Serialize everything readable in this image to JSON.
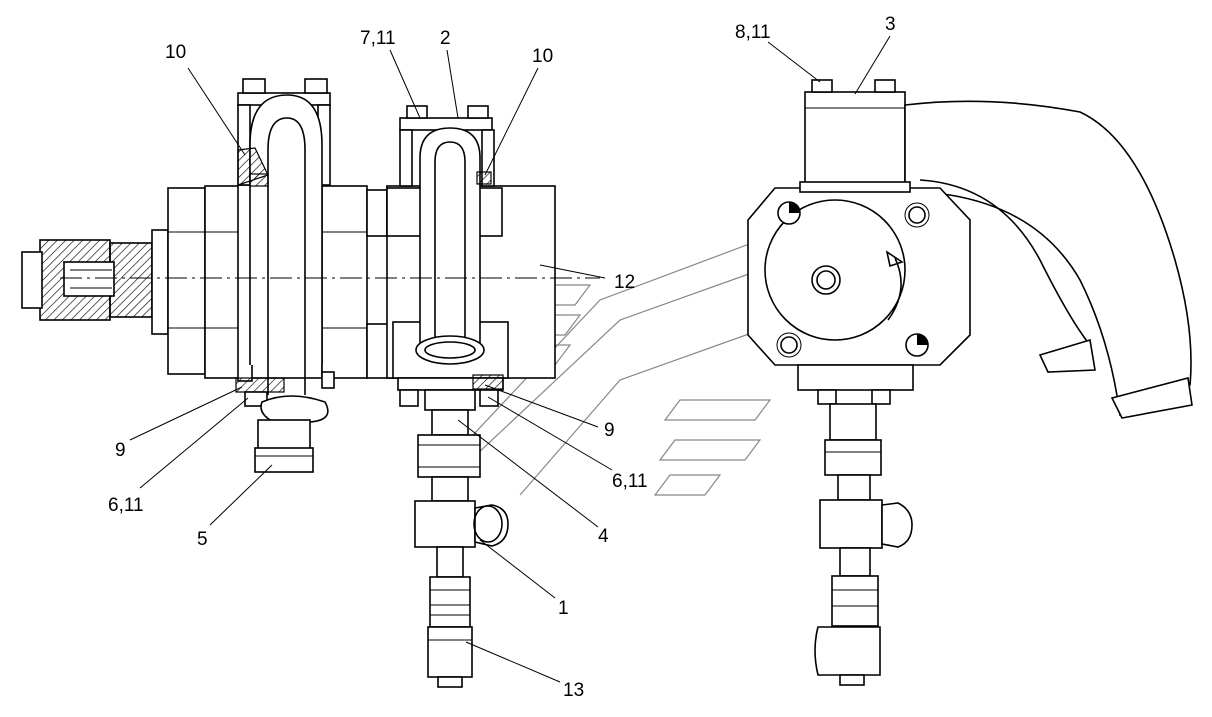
{
  "callouts": [
    {
      "id": "c10a",
      "text": "10"
    },
    {
      "id": "c711",
      "text": "7,11"
    },
    {
      "id": "c2",
      "text": "2"
    },
    {
      "id": "c10b",
      "text": "10"
    },
    {
      "id": "c811",
      "text": "8,11"
    },
    {
      "id": "c3",
      "text": "3"
    },
    {
      "id": "c12",
      "text": "12"
    },
    {
      "id": "c9a",
      "text": "9"
    },
    {
      "id": "c611a",
      "text": "6,11"
    },
    {
      "id": "c5",
      "text": "5"
    },
    {
      "id": "c9b",
      "text": "9"
    },
    {
      "id": "c611b",
      "text": "6,11"
    },
    {
      "id": "c4",
      "text": "4"
    },
    {
      "id": "c1",
      "text": "1"
    },
    {
      "id": "c13",
      "text": "13"
    }
  ]
}
